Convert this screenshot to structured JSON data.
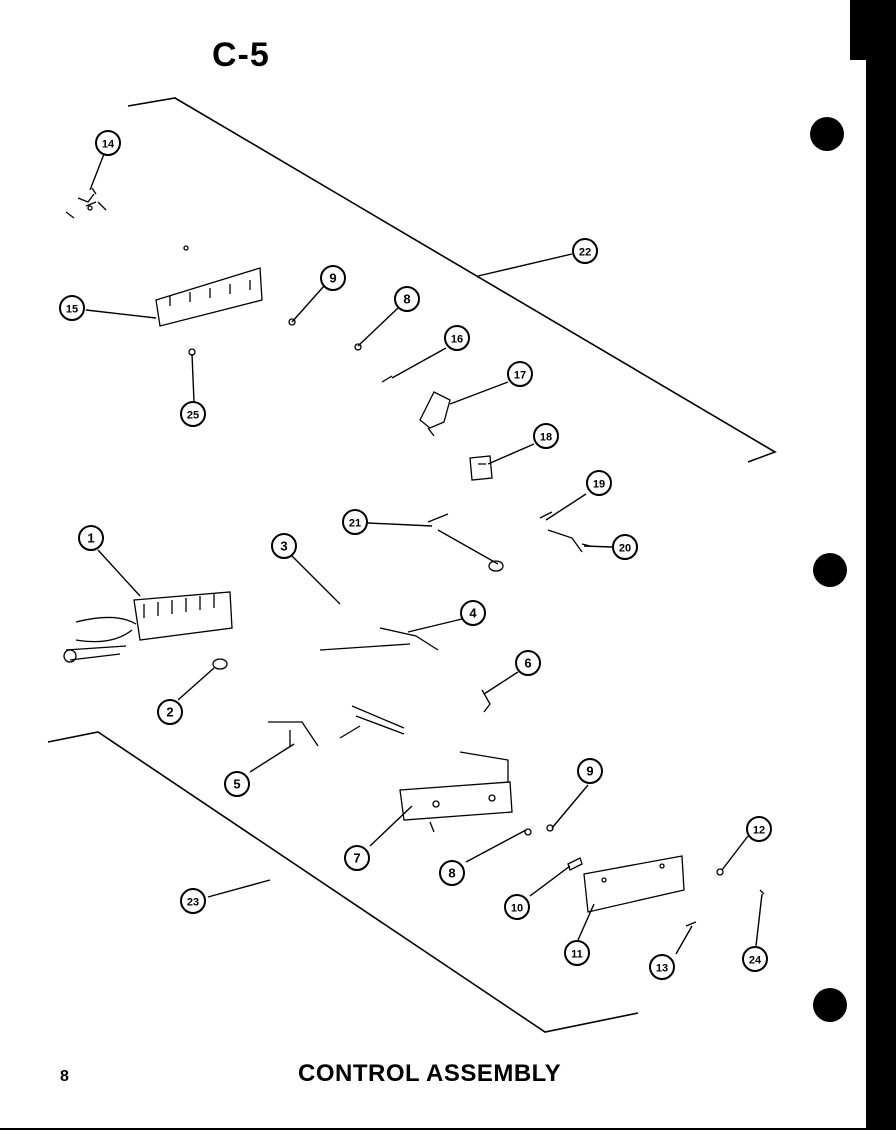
{
  "header": {
    "figure_tag": "C-5"
  },
  "footer": {
    "page_number": "8",
    "caption": "CONTROL ASSEMBLY"
  },
  "callouts": [
    {
      "id": "c1",
      "label": "1"
    },
    {
      "id": "c2",
      "label": "2"
    },
    {
      "id": "c3",
      "label": "3"
    },
    {
      "id": "c4",
      "label": "4"
    },
    {
      "id": "c5",
      "label": "5"
    },
    {
      "id": "c6",
      "label": "6"
    },
    {
      "id": "c7",
      "label": "7"
    },
    {
      "id": "c8a",
      "label": "8"
    },
    {
      "id": "c8b",
      "label": "8"
    },
    {
      "id": "c9a",
      "label": "9"
    },
    {
      "id": "c9b",
      "label": "9"
    },
    {
      "id": "c10",
      "label": "10"
    },
    {
      "id": "c11",
      "label": "11"
    },
    {
      "id": "c12",
      "label": "12"
    },
    {
      "id": "c13",
      "label": "13"
    },
    {
      "id": "c14",
      "label": "14"
    },
    {
      "id": "c15",
      "label": "15"
    },
    {
      "id": "c16",
      "label": "16"
    },
    {
      "id": "c17",
      "label": "17"
    },
    {
      "id": "c18",
      "label": "18"
    },
    {
      "id": "c19",
      "label": "19"
    },
    {
      "id": "c20",
      "label": "20"
    },
    {
      "id": "c21",
      "label": "21"
    },
    {
      "id": "c22",
      "label": "22"
    },
    {
      "id": "c23",
      "label": "23"
    },
    {
      "id": "c24",
      "label": "24"
    },
    {
      "id": "c25",
      "label": "25"
    }
  ],
  "colors": {
    "ink": "#000000",
    "paper": "#ffffff",
    "background": "#000000"
  }
}
